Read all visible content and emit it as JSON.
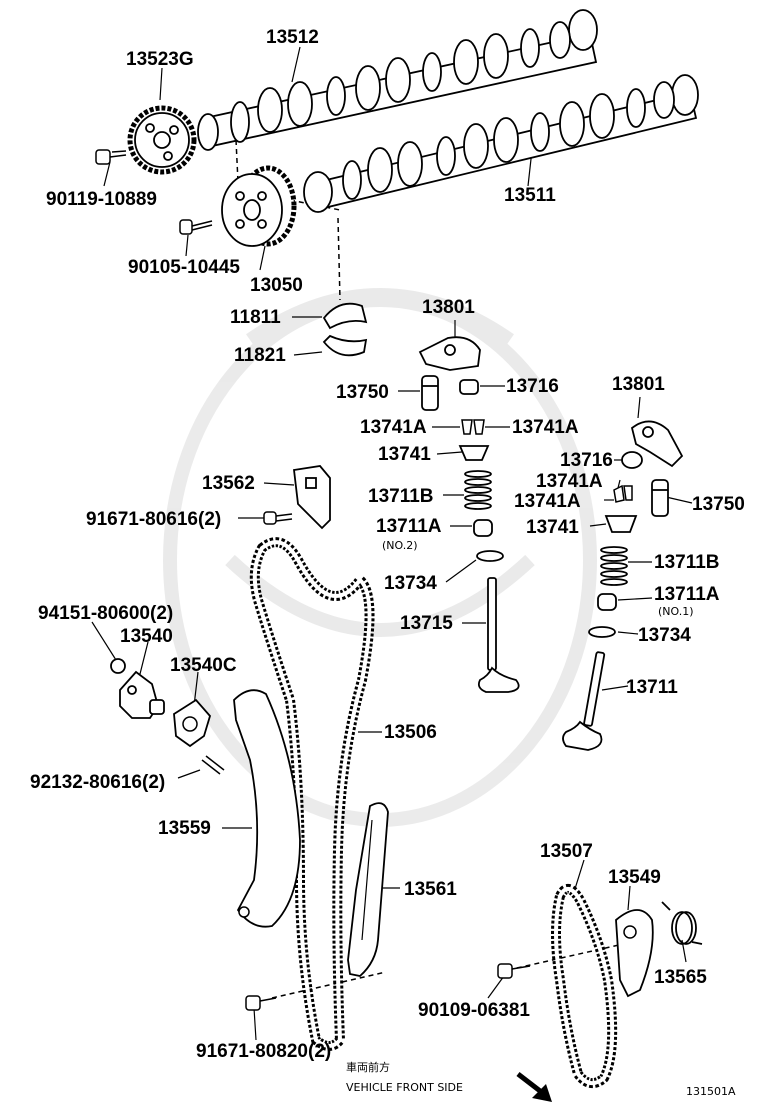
{
  "diagram_id": "131501A",
  "direction_note": {
    "japanese": "車両前方",
    "english": "VEHICLE FRONT SIDE"
  },
  "parts": {
    "camshaft_no2": "13512",
    "camshaft_no1": "13511",
    "sprocket": "13523G",
    "bolt_sprocket": "90119-10889",
    "timing_gear_assy": "13050",
    "bolt_timing_gear": "90105-10445",
    "bearing_upper": "11811",
    "bearing_lower": "11821",
    "rocker_arm_upper": "13801",
    "rocker_arm_right": "13801",
    "lash_adjuster_left": "13750",
    "lash_adjuster_right": "13750",
    "pad_left": "13716",
    "pad_right": "13716",
    "keeper_left_a": "13741A",
    "keeper_left_b": "13741A",
    "keeper_right_a": "13741A",
    "keeper_right_b": "13741A",
    "retainer_left": "13741",
    "retainer_right": "13741",
    "spring_left": "13711B",
    "spring_right": "13711B",
    "seal_left": "13711A",
    "seal_left_note": "(NO.2)",
    "seal_right": "13711A",
    "seal_right_note": "(NO.1)",
    "seat_left": "13734",
    "seat_right": "13734",
    "exhaust_valve": "13715",
    "intake_valve": "13711",
    "chain_sub_assy": "13506",
    "chain_no2": "13507",
    "damper_bracket": "13562",
    "bolt_bracket": "91671-80616(2)",
    "nut_tensioner": "94151-80600(2)",
    "tensioner": "13540",
    "gasket": "13540C",
    "stud": "92132-80616(2)",
    "slipper": "13559",
    "vibration_damper": "13561",
    "bolt_damper": "91671-80820(2)",
    "tensioner_arm": "13549",
    "spring_tensioner": "13565",
    "bolt_arm": "90109-06381"
  },
  "icons": {
    "direction_arrow": "arrow-down-right-icon"
  }
}
